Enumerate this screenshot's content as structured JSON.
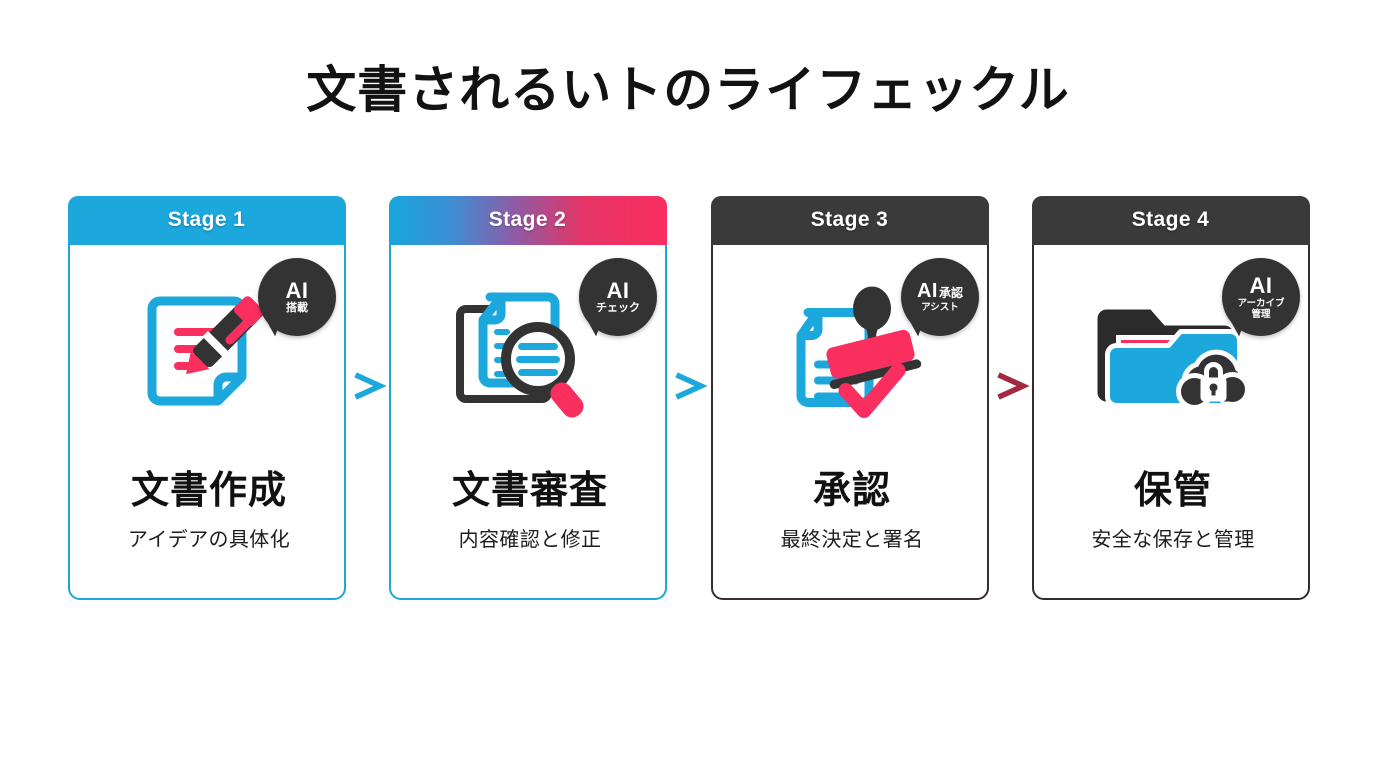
{
  "title": "文書されるいトのライフェックル",
  "colors": {
    "cyan": "#1CA8DC",
    "pink": "#FA2E5F",
    "dark": "#3A3A3A",
    "crimson_arrow": "#A32941",
    "card_border_dark": "#3b2d2f",
    "background": "#FFFFFF"
  },
  "stages": [
    {
      "header": "Stage 1",
      "header_style": "cyan",
      "border_color": "#1CA8DC",
      "headline": "文書作成",
      "subline": "アイデアの具体化",
      "icon": "document-pen-icon",
      "badge": {
        "main": "AI",
        "sub": "搭載",
        "layout": "stacked"
      }
    },
    {
      "header": "Stage 2",
      "header_style": "gradient-cyan-pink",
      "border_color": "#1CA8DC",
      "headline": "文書審査",
      "subline": "内容確認と修正",
      "icon": "document-magnifier-icon",
      "badge": {
        "main": "AI",
        "sub": "チェック",
        "layout": "stacked"
      }
    },
    {
      "header": "Stage 3",
      "header_style": "dark",
      "border_color": "#3b2d2f",
      "headline": "承認",
      "subline": "最終決定と署名",
      "icon": "document-stamp-check-icon",
      "badge": {
        "main": "AI",
        "mid": "承認",
        "sub": "アシスト",
        "layout": "inline"
      }
    },
    {
      "header": "Stage 4",
      "header_style": "dark",
      "border_color": "#2f2f2f",
      "headline": "保管",
      "subline": "安全な保存と管理",
      "icon": "folder-cloud-lock-icon",
      "badge": {
        "main": "AI",
        "sub": "アーカイブ",
        "sub2": "管理",
        "layout": "stacked"
      }
    }
  ],
  "connectors": [
    {
      "name": "arrow-stage1-to-stage2",
      "color": "#1CA8DC"
    },
    {
      "name": "arrow-stage2-to-stage3",
      "color": "#1CA8DC"
    },
    {
      "name": "arrow-stage3-to-stage4",
      "color": "#A32941"
    }
  ]
}
